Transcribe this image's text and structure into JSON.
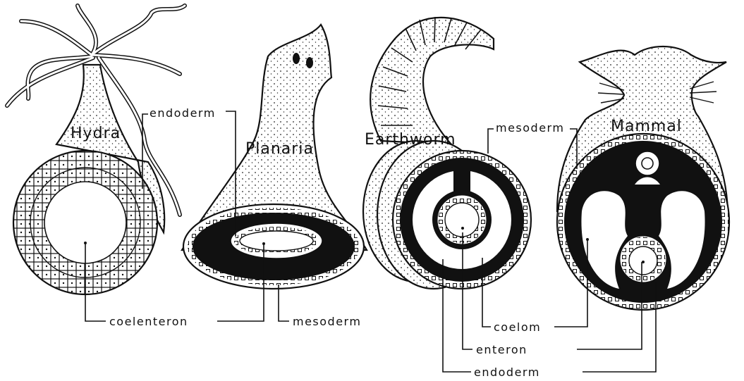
{
  "titles": {
    "hydra": "Hydra",
    "planaria": "Planaria",
    "earthworm": "Earthworm",
    "mammal": "Mammal"
  },
  "labels": {
    "hydra_endoderm": "endoderm",
    "coelenteron": "coelenteron",
    "planaria_mesoderm": "mesoderm",
    "earthworm_mesoderm": "mesoderm",
    "coelom": "coelom",
    "enteron": "enteron",
    "endoderm_bottom": "endoderm"
  }
}
